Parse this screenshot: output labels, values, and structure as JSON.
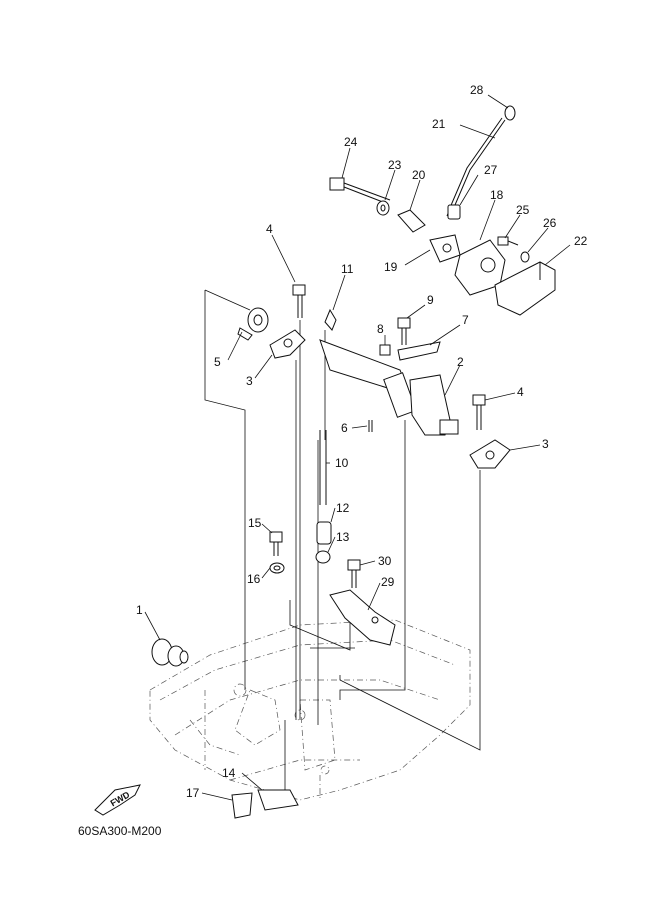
{
  "drawing_code": "60SA300-M200",
  "fwd_label": "FWD",
  "parts": [
    {
      "id": "p1",
      "label": "1"
    },
    {
      "id": "p2",
      "label": "2"
    },
    {
      "id": "p3a",
      "label": "3"
    },
    {
      "id": "p3b",
      "label": "3"
    },
    {
      "id": "p4a",
      "label": "4"
    },
    {
      "id": "p4b",
      "label": "4"
    },
    {
      "id": "p5",
      "label": "5"
    },
    {
      "id": "p6",
      "label": "6"
    },
    {
      "id": "p7",
      "label": "7"
    },
    {
      "id": "p8",
      "label": "8"
    },
    {
      "id": "p9",
      "label": "9"
    },
    {
      "id": "p10",
      "label": "10"
    },
    {
      "id": "p11",
      "label": "11"
    },
    {
      "id": "p12",
      "label": "12"
    },
    {
      "id": "p13",
      "label": "13"
    },
    {
      "id": "p14",
      "label": "14"
    },
    {
      "id": "p15",
      "label": "15"
    },
    {
      "id": "p16",
      "label": "16"
    },
    {
      "id": "p17",
      "label": "17"
    },
    {
      "id": "p18",
      "label": "18"
    },
    {
      "id": "p19",
      "label": "19"
    },
    {
      "id": "p20",
      "label": "20"
    },
    {
      "id": "p21",
      "label": "21"
    },
    {
      "id": "p22",
      "label": "22"
    },
    {
      "id": "p23",
      "label": "23"
    },
    {
      "id": "p24",
      "label": "24"
    },
    {
      "id": "p25",
      "label": "25"
    },
    {
      "id": "p26",
      "label": "26"
    },
    {
      "id": "p27",
      "label": "27"
    },
    {
      "id": "p28",
      "label": "28"
    },
    {
      "id": "p29",
      "label": "29"
    },
    {
      "id": "p30",
      "label": "30"
    }
  ]
}
